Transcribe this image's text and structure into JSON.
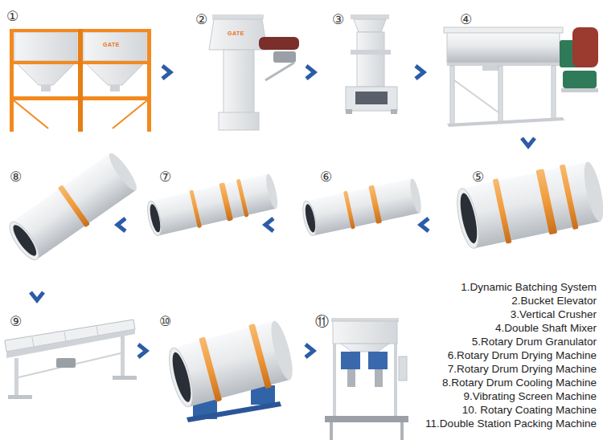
{
  "diagram": {
    "nodes": [
      {
        "text": [
          "①"
        ]
      },
      {
        "text": [
          "②"
        ]
      },
      {
        "text": [
          "③"
        ]
      },
      {
        "text": [
          "④"
        ]
      },
      {
        "text": [
          "⑤"
        ]
      },
      {
        "text": [
          "⑥"
        ]
      },
      {
        "text": [
          "⑦"
        ]
      },
      {
        "text": [
          "⑧"
        ]
      },
      {
        "text": [
          "⑨"
        ]
      },
      {
        "text": [
          "⑩"
        ]
      },
      {
        "text": [
          "⑪"
        ]
      }
    ],
    "edges": [
      {
        "from": 0,
        "to": 1,
        "arrow": "to"
      },
      {
        "from": 1,
        "to": 2,
        "arrow": "to"
      },
      {
        "from": 2,
        "to": 3,
        "arrow": "to"
      },
      {
        "from": 3,
        "to": 4,
        "arrow": "to"
      },
      {
        "from": 4,
        "to": 5,
        "arrow": "to"
      },
      {
        "from": 5,
        "to": 6,
        "arrow": "to"
      },
      {
        "from": 6,
        "to": 7,
        "arrow": "to"
      },
      {
        "from": 7,
        "to": 8,
        "arrow": "to"
      },
      {
        "from": 8,
        "to": 9,
        "arrow": "to"
      },
      {
        "from": 9,
        "to": 10,
        "arrow": "to"
      }
    ],
    "labels": [
      "1.Dynamic Batching System",
      "2.Bucket Elevator",
      "3.Vertical Crusher",
      "4.Double Shaft Mixer",
      "5.Rotary Drum Granulator",
      "6.Rotary Drum Drying Machine",
      "7.Rotary Drum Drying Machine",
      "8.Rotary Drum Cooling Machine",
      "9.Vibrating Screen Machine",
      "10. Rotary Coating Machine",
      "11.Double Station Packing Machine",
      "GATE",
      "GATE"
    ]
  }
}
